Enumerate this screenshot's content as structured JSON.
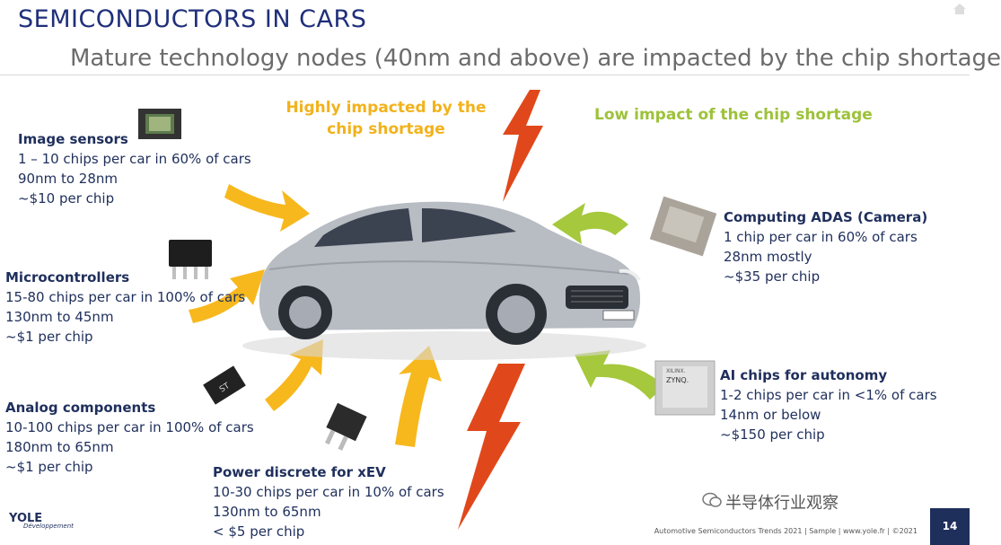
{
  "slide": {
    "title": "SEMICONDUCTORS IN CARS",
    "subtitle": "Mature technology nodes (40nm and above) are impacted by the chip shortage",
    "label_high": "Highly impacted by the chip shortage",
    "label_low": "Low impact of the chip shortage"
  },
  "blocks": {
    "image_sensors": {
      "title": "Image sensors",
      "lines": [
        "1 – 10 chips per car in 60% of cars",
        "90nm to 28nm",
        "~$10 per chip"
      ]
    },
    "microcontrollers": {
      "title": "Microcontrollers",
      "lines": [
        "15-80 chips per car in 100% of cars",
        "130nm to 45nm",
        "~$1 per chip"
      ]
    },
    "analog": {
      "title": "Analog components",
      "lines": [
        "10-100 chips per car in 100% of cars",
        "180nm to 65nm",
        "~$1 per chip"
      ]
    },
    "power": {
      "title": "Power discrete for xEV",
      "lines": [
        "10-30 chips per car in 10% of cars",
        "130nm to 65nm",
        "< $5 per chip"
      ]
    },
    "adas": {
      "title": "Computing ADAS (Camera)",
      "lines": [
        "1 chip per car in 60% of cars",
        "28nm mostly",
        "~$35 per chip"
      ]
    },
    "ai": {
      "title": "AI chips for autonomy",
      "lines": [
        "1-2 chips per car in <1% of cars",
        "14nm or below",
        "~$150 per chip"
      ]
    }
  },
  "chip_labels": {
    "ai_brand": "XILINX.",
    "ai_model": "ZYNQ."
  },
  "footer": {
    "text": "Automotive Semiconductors Trends 2021 | Sample | www.yole.fr | ©2021",
    "page": "14",
    "logo_main": "YOLE",
    "logo_sub": "Développement",
    "watermark": "半导体行业观察"
  },
  "colors": {
    "navy": "#1f2f5c",
    "yellow": "#f2b21c",
    "green": "#9dc23a",
    "bolt": "#e0481b"
  }
}
